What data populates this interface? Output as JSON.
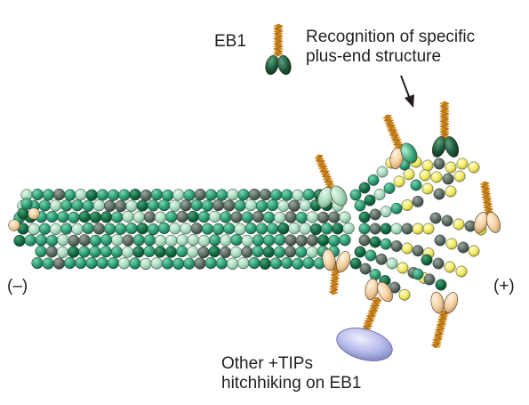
{
  "labels": {
    "eb1": "EB1",
    "recognition": [
      "Recognition of specific",
      "plus-end structure"
    ],
    "minus_end": "(–)",
    "plus_end": "(+)",
    "other_tips": [
      "Other +TIPs",
      "hitchhiking on EB1"
    ]
  },
  "colors": {
    "tubulin_dark": "#0f6b40",
    "tubulin_mid": "#2a9d74",
    "tubulin_light": "#a9dbbd",
    "tubulin_gray": "#5b6b62",
    "gtp_cap_yellow": "#f2ea63",
    "eb1_coil": "#d9921f",
    "eb1_head": "#f3cfa0",
    "eb1_head_dark": "#1e5a3c",
    "other_tip": "#b4b8e8",
    "text": "#231f20"
  }
}
